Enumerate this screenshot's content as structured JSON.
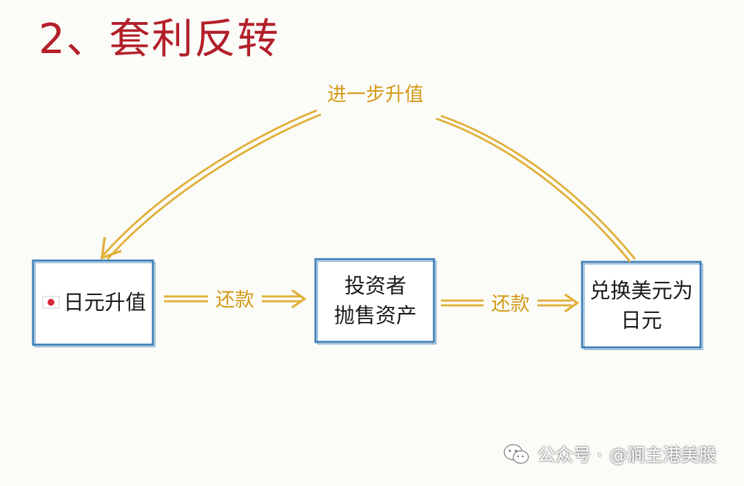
{
  "title": "2、套利反转",
  "nodes": {
    "jpy_appreciation": {
      "label": "日元升值"
    },
    "investor_sell": {
      "line1": "投资者",
      "line2": "抛售资产"
    },
    "usd_to_jpy": {
      "line1": "兑换美元为",
      "line2": "日元"
    }
  },
  "edges": {
    "repay_1": "还款",
    "repay_2": "还款",
    "further_appreciation": "进一步升值"
  },
  "watermark": {
    "prefix": "公众号 · ",
    "account": "@涧主港美股"
  },
  "colors": {
    "title": "#b3202a",
    "box_border": "#3d7fb8",
    "arrow": "#e0b03a",
    "label": "#d49a18"
  }
}
